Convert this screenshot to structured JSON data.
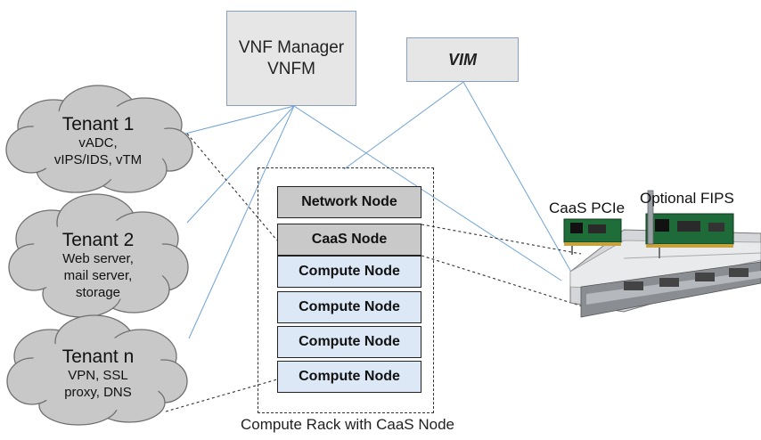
{
  "vnfm": {
    "line1": "VNF Manager",
    "line2": "VNFM"
  },
  "vim": {
    "label": "VIM"
  },
  "tenants": [
    {
      "title": "Tenant 1",
      "lines": [
        "vADC,",
        "vIPS/IDS, vTM"
      ]
    },
    {
      "title": "Tenant 2",
      "lines": [
        "Web server,",
        "mail server,",
        "storage"
      ]
    },
    {
      "title": "Tenant n",
      "lines": [
        "VPN, SSL",
        "proxy, DNS"
      ]
    }
  ],
  "nodes": [
    {
      "label": "Network Node",
      "style": "gray"
    },
    {
      "label": "CaaS Node",
      "style": "gray"
    },
    {
      "label": "Compute Node",
      "style": "blue"
    },
    {
      "label": "Compute Node",
      "style": "blue"
    },
    {
      "label": "Compute Node",
      "style": "blue"
    },
    {
      "label": "Compute Node",
      "style": "blue"
    }
  ],
  "rack_caption": "Compute Rack with CaaS Node",
  "hardware": {
    "caas_card": "CaaS PCIe",
    "fips_card": "Optional FIPS"
  },
  "colors": {
    "link": "#6fa3d6",
    "node_gray": "#c9c9c9",
    "node_blue": "#dce8f6",
    "cloud": "#c8c8c8"
  }
}
